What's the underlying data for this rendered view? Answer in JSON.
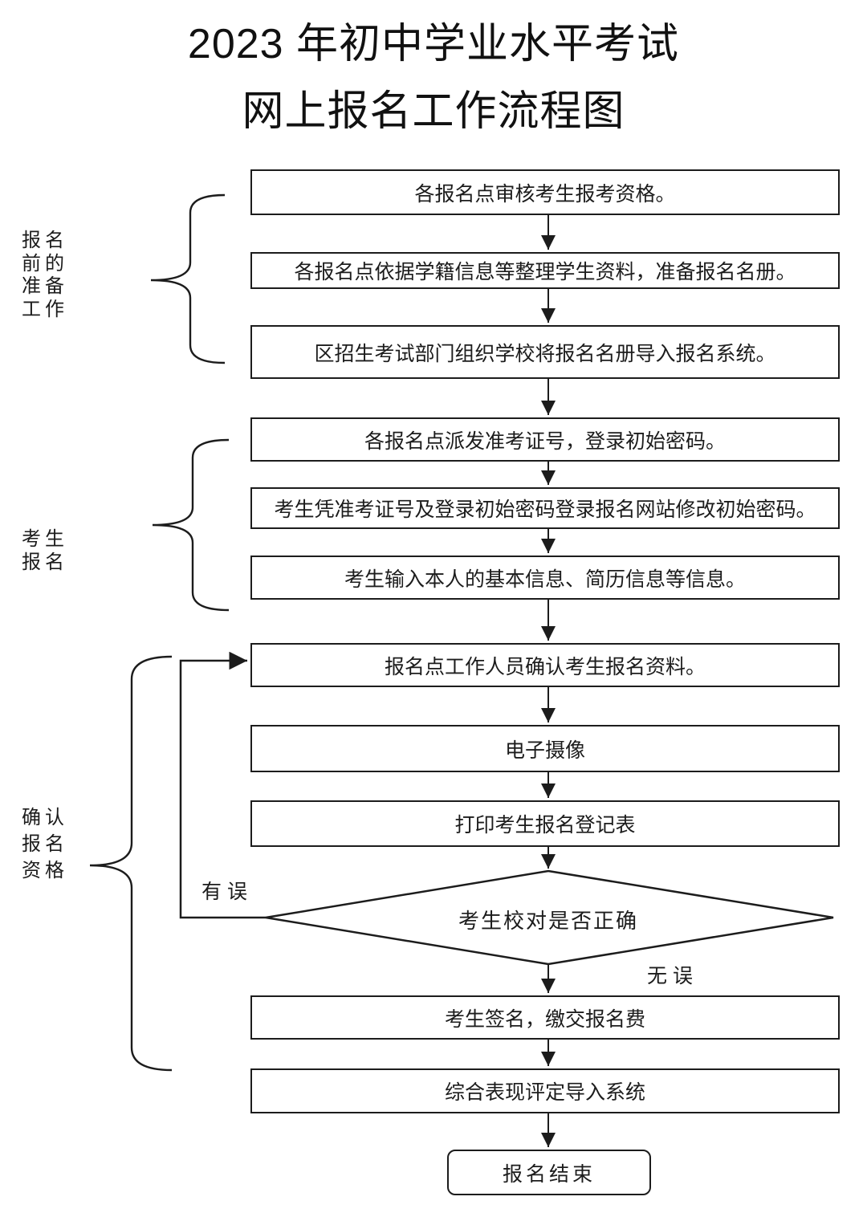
{
  "page": {
    "background": "#ffffff",
    "line_color": "#1c1c1c"
  },
  "title": {
    "line1": "2023 年初中学业水平考试",
    "line2": "网上报名工作流程图"
  },
  "side_labels": [
    {
      "name": "preparation",
      "lines": [
        "报名",
        "前的",
        "准备",
        "工作"
      ]
    },
    {
      "name": "candidate-registration",
      "lines": [
        "考生",
        "报名"
      ]
    },
    {
      "name": "confirm-qualification",
      "lines": [
        "确认",
        "报名",
        "资格"
      ]
    }
  ],
  "flow": {
    "boxes": [
      {
        "text": "各报名点审核考生报考资格。"
      },
      {
        "text": "各报名点依据学籍信息等整理学生资料，准备报名名册。"
      },
      {
        "text": "区招生考试部门组织学校将报名名册导入报名系统。"
      },
      {
        "text": "各报名点派发准考证号，登录初始密码。"
      },
      {
        "text": "考生凭准考证号及登录初始密码登录报名网站修改初始密码。"
      },
      {
        "text": "考生输入本人的基本信息、简历信息等信息。"
      },
      {
        "text": "报名点工作人员确认考生报名资料。"
      },
      {
        "text": "电子摄像"
      },
      {
        "text": "打印考生报名登记表"
      },
      {
        "text": "考生签名，缴交报名费"
      },
      {
        "text": "综合表现评定导入系统"
      }
    ],
    "decision": {
      "text": "考生校对是否正确",
      "branch_error": "有误",
      "branch_ok": "无误"
    },
    "terminal": {
      "text": "报名结束"
    }
  }
}
